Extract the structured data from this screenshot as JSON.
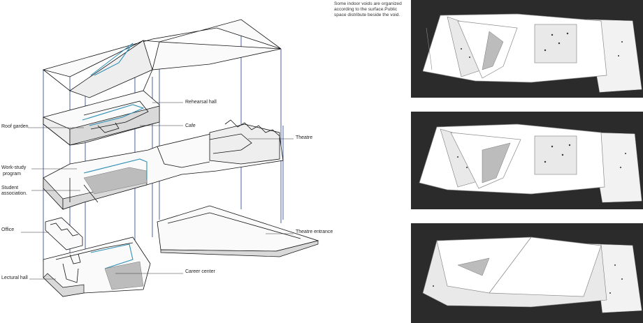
{
  "labels": {
    "rehearsal_hall": "Rehearsal hall",
    "roof_garden": "Roof  garden",
    "cafe": "Cafe",
    "theatre": "Theatre",
    "work_study_1": "Work-study",
    "work_study_2": " program",
    "student_assoc_1": "Student",
    "student_assoc_2": "association.",
    "office": "Office",
    "theatre_entrance": "Theatre entrance",
    "career_center": "Career center",
    "lectural_hall": "Lectural hall"
  },
  "note": {
    "line1": "Some indoor voids are organized",
    "line2": "according to the surface.Public",
    "line3": "space distribute beside the void."
  },
  "colors": {
    "void_outline": "#2f8fb8",
    "vertical_guides": "#1f3c8a",
    "photo_background": "#2b2b2b"
  }
}
